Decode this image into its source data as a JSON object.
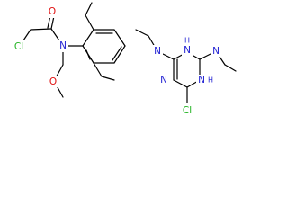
{
  "atoms": {
    "alachlor": {
      "cl": "Cl",
      "o_carbonyl": "O",
      "n_amide": "N",
      "o_ether": "O"
    },
    "atrazine": {
      "n_amino_left": "N",
      "n_ring_nh_top": "N",
      "h_ring_top": "H",
      "n_amino_right": "N",
      "n_ring_left": "N",
      "n_ring_nh_right": "N",
      "h_ring_right": "H",
      "cl": "Cl"
    }
  },
  "colors": {
    "chlorine": "#21b321",
    "nitrogen": "#1e1ed2",
    "oxygen": "#e01010",
    "bond": "#000000"
  }
}
